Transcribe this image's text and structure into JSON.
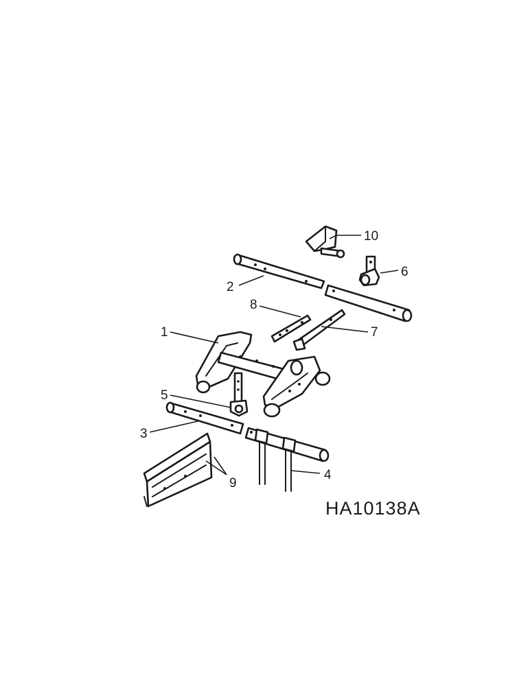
{
  "diagram": {
    "figure_id": "HA10138A",
    "callouts": {
      "c1": "1",
      "c2": "2",
      "c3": "3",
      "c4": "4",
      "c5": "5",
      "c6": "6",
      "c7": "7",
      "c8": "8",
      "c9": "9",
      "c10": "10"
    }
  }
}
